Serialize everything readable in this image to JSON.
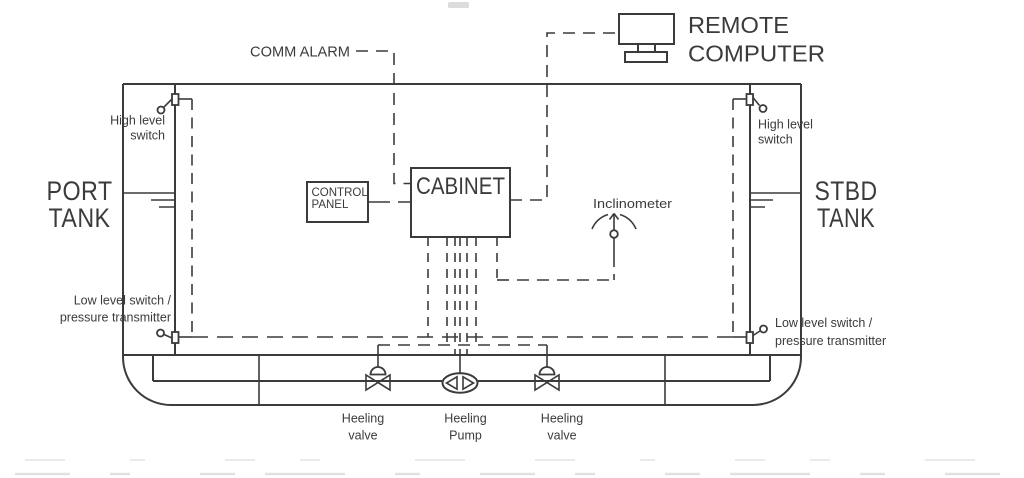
{
  "colors": {
    "ink": "#3b3b3b",
    "background": "#ffffff"
  },
  "labels": {
    "comm_alarm": "COMM ALARM",
    "remote_computer": {
      "line1": "REMOTE",
      "line2": "COMPUTER"
    },
    "cabinet": "CABINET",
    "control_panel": {
      "line1": "CONTROL",
      "line2": "PANEL"
    },
    "inclinometer": "Inclinometer",
    "port_tank": {
      "line1": "PORT",
      "line2": "TANK"
    },
    "stbd_tank": {
      "line1": "STBD",
      "line2": "TANK"
    },
    "port_high_level_switch": {
      "line1": "High level",
      "line2": "switch"
    },
    "stbd_high_level_switch": {
      "line1": "High level",
      "line2": "switch"
    },
    "port_low_level_switch": {
      "line1": "Low level switch /",
      "line2": "pressure transmitter"
    },
    "stbd_low_level_switch": {
      "line1": "Low level switch /",
      "line2": "pressure transmitter"
    },
    "heeling_valve_port": {
      "line1": "Heeling",
      "line2": "valve"
    },
    "heeling_pump": {
      "line1": "Heeling",
      "line2": "Pump"
    },
    "heeling_valve_stbd": {
      "line1": "Heeling",
      "line2": "valve"
    }
  }
}
